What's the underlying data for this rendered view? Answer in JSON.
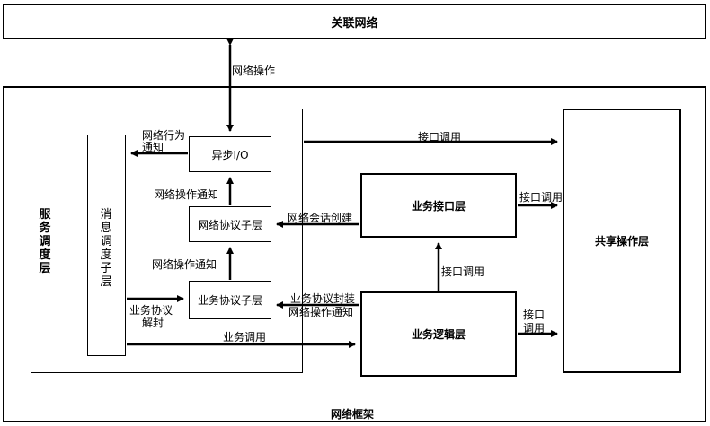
{
  "boxes": {
    "network": "关联网络",
    "framework": "网络框架",
    "service": "服务调度层",
    "message": "消息调度子层",
    "async_io": "异步I/O",
    "net_proto": "网络协议子层",
    "biz_proto": "业务协议子层",
    "biz_interface": "业务接口层",
    "biz_logic": "业务逻辑层",
    "shared": "共享操作层"
  },
  "labels": {
    "net_op": "网络操作",
    "net_behavior_1": "网络行为",
    "net_behavior_2": "通知",
    "net_op_notify_1": "网络操作通知",
    "net_op_notify_2": "网络操作通知",
    "net_op_notify_3": "网络操作通知",
    "session_create": "网络会话创建",
    "proto_pack": "业务协议封装",
    "proto_unpack_1": "业务协议",
    "proto_unpack_2": "解封",
    "biz_call": "业务调用",
    "iface_call_top": "接口调用",
    "iface_call_right": "接口调用",
    "iface_call_mid": "接口调用",
    "iface_call_low_1": "接口",
    "iface_call_low_2": "调用"
  }
}
